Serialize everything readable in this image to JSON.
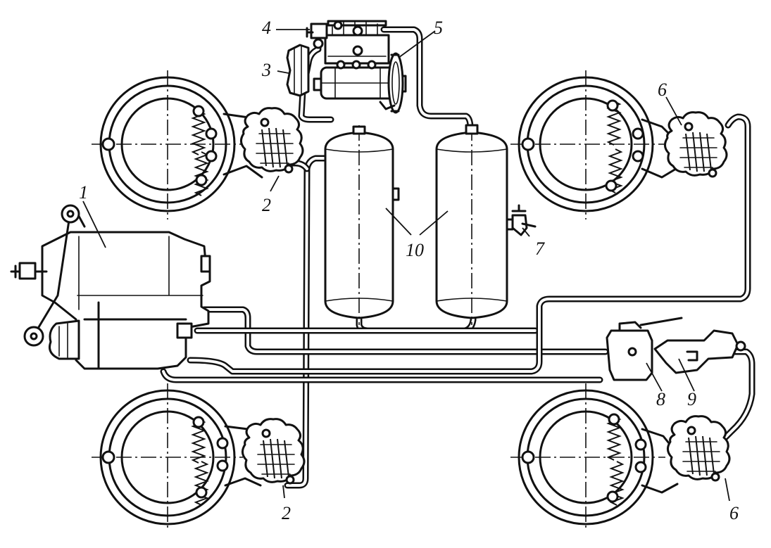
{
  "diagram": {
    "labels": {
      "l1": "1",
      "l2a": "2",
      "l2b": "2",
      "l3": "3",
      "l4": "4",
      "l5": "5",
      "l6a": "6",
      "l6b": "6",
      "l7": "7",
      "l8": "8",
      "l9": "9",
      "l10": "10"
    }
  }
}
